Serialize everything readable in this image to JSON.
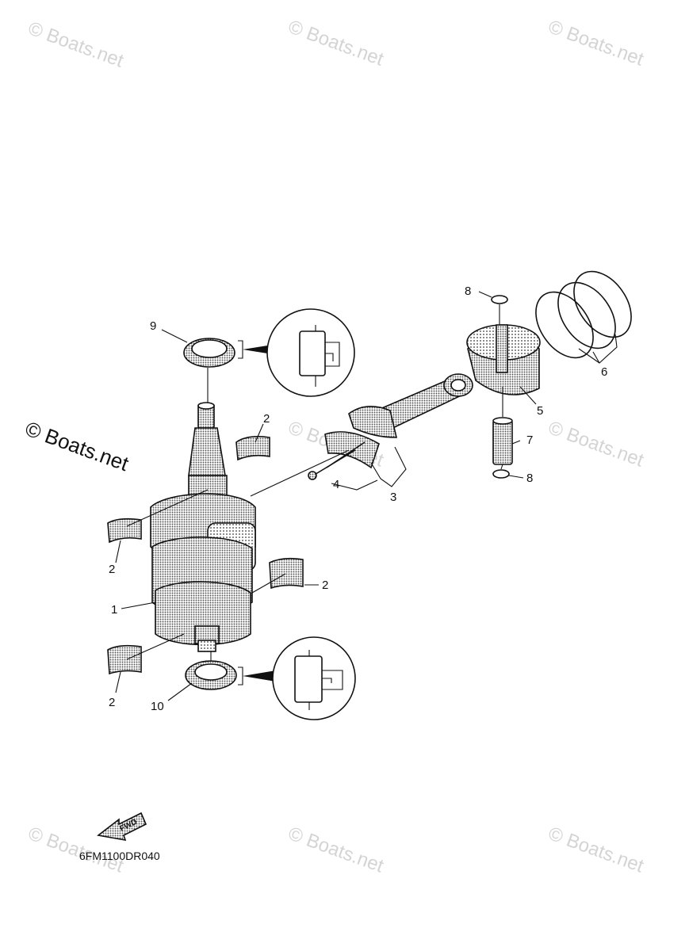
{
  "watermark": {
    "text": "© Boats.net"
  },
  "callouts": {
    "c1": "1",
    "c2a": "2",
    "c2b": "2",
    "c2c": "2",
    "c2d": "2",
    "c3": "3",
    "c4": "4",
    "c5": "5",
    "c6": "6",
    "c7": "7",
    "c8a": "8",
    "c8b": "8",
    "c9": "9",
    "c10": "10"
  },
  "fwd_label": "FWD",
  "diagram_code": "6FM1100DR040",
  "colors": {
    "line": "#111111",
    "halftone": "#8f8f8f",
    "watermark": "#d4d4d4"
  }
}
